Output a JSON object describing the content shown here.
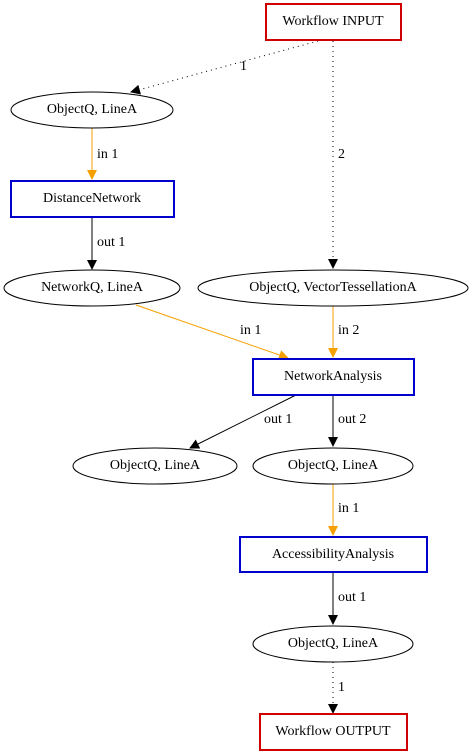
{
  "colors": {
    "io_box": "#d00000",
    "tool_box": "#0000cc",
    "orange_edge": "#f5a000",
    "black_edge": "#000000"
  },
  "nodes": {
    "workflow_input": "Workflow INPUT",
    "data_input_1": "ObjectQ, LineA",
    "tool_distance_network": "DistanceNetwork",
    "data_network_line": "NetworkQ, LineA",
    "data_vector_tess": "ObjectQ, VectorTessellationA",
    "tool_network_analysis": "NetworkAnalysis",
    "data_out_1": "ObjectQ, LineA",
    "data_out_2": "ObjectQ, LineA",
    "tool_accessibility_analysis": "AccessibilityAnalysis",
    "data_final": "ObjectQ, LineA",
    "workflow_output": "Workflow OUTPUT"
  },
  "edges": {
    "input_to_objectq": "1",
    "input_to_vector": "2",
    "objectq_to_distance": "in 1",
    "distance_to_network": "out 1",
    "network_to_analysis": "in 1",
    "vector_to_analysis": "in 2",
    "analysis_out1": "out 1",
    "analysis_out2": "out 2",
    "objectq_to_accessibility": "in 1",
    "accessibility_out": "out 1",
    "final_to_output": "1"
  }
}
